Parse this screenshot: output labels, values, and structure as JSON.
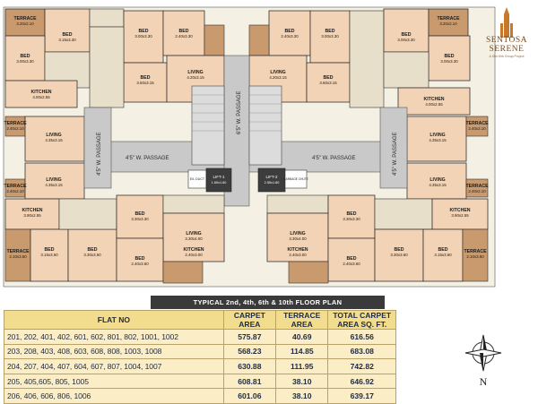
{
  "logo": {
    "line1": "SENTOSA",
    "line2": "SERENE",
    "tagline": "A Shri Kirti Group Project"
  },
  "floor_plan_caption": "TYPICAL 2nd, 4th, 6th & 10th FLOOR PLAN",
  "passages": {
    "left": "4'5\" W. PASSAGE",
    "right": "4'5\" W. PASSAGE",
    "center": "6'5\" W. PASSAGE",
    "side_left": "4'5\" W. PASSAGE",
    "side_right": "4'5\" W. PASSAGE"
  },
  "lifts": [
    {
      "name": "LIFT-1",
      "dims": "1.60x1.60"
    },
    {
      "name": "LIFT-2",
      "dims": "2.55x1.80"
    }
  ],
  "services": {
    "duct": "E/L DUCT",
    "garbage": "GARBAGE CHUTE"
  },
  "rooms": {
    "terrace_tl": {
      "name": "TERRACE",
      "dims": "3.20x2.10"
    },
    "bed_tl": {
      "name": "BED",
      "dims": "3.15x3.30"
    },
    "bed_tl2": {
      "name": "BED",
      "dims": "3.00x3.30"
    },
    "kitchen_tl": {
      "name": "KITCHEN",
      "dims": "4.00x2.55"
    },
    "bed_t1": {
      "name": "BED",
      "dims": "3.00x3.30"
    },
    "bed_t2": {
      "name": "BED",
      "dims": "2.40x3.30"
    },
    "bed_t3": {
      "name": "BED",
      "dims": "2.40x3.30"
    },
    "bed_t4": {
      "name": "BED",
      "dims": "3.00x3.30"
    },
    "living_t1": {
      "name": "LIVING",
      "dims": "4.20x3.15"
    },
    "living_t2": {
      "name": "LIVING",
      "dims": "4.20x3.15"
    },
    "bed_t5": {
      "name": "BED",
      "dims": "3.60x3.15"
    },
    "bed_t6": {
      "name": "BED",
      "dims": "3.60x3.15"
    },
    "terrace_tr": {
      "name": "TERRACE",
      "dims": "3.20x2.10"
    },
    "bed_tr": {
      "name": "BED",
      "dims": "3.00x3.30"
    },
    "bed_tr2": {
      "name": "BED",
      "dims": "3.00x3.30"
    },
    "kitchen_tr": {
      "name": "KITCHEN",
      "dims": "4.00x2.55"
    },
    "terrace_ml": {
      "name": "TERRACE",
      "dims": "2.40x2.10"
    },
    "living_ml": {
      "name": "LIVING",
      "dims": "4.35x3.15"
    },
    "living_ml2": {
      "name": "LIVING",
      "dims": "4.35x3.15"
    },
    "terrace_ml2": {
      "name": "TERRACE",
      "dims": "2.40x2.10"
    },
    "terrace_mr": {
      "name": "TERRACE",
      "dims": "2.40x2.10"
    },
    "living_mr": {
      "name": "LIVING",
      "dims": "4.35x3.15"
    },
    "living_mr2": {
      "name": "LIVING",
      "dims": "4.35x3.15"
    },
    "terrace_mr2": {
      "name": "TERRACE",
      "dims": "2.40x2.10"
    },
    "kitchen_bl": {
      "name": "KITCHEN",
      "dims": "3.90x2.55"
    },
    "bed_bl1": {
      "name": "BED",
      "dims": "3.15x3.60"
    },
    "bed_bl2": {
      "name": "BED",
      "dims": "3.30x3.60"
    },
    "terrace_bl": {
      "name": "TERRACE",
      "dims": "2.10x3.50"
    },
    "bed_b1": {
      "name": "BED",
      "dims": "3.30x3.30"
    },
    "bed_b2": {
      "name": "BED",
      "dims": "3.30x3.30"
    },
    "living_b1": {
      "name": "LIVING",
      "dims": "3.30x4.00"
    },
    "living_b2": {
      "name": "LIVING",
      "dims": "3.30x4.00"
    },
    "kitchen_b1": {
      "name": "KITCHEN",
      "dims": "2.40x3.00"
    },
    "kitchen_b2": {
      "name": "KITCHEN",
      "dims": "2.40x3.00"
    },
    "bed_b3": {
      "name": "BED",
      "dims": "2.40x3.60"
    },
    "bed_b4": {
      "name": "BED",
      "dims": "2.40x3.60"
    },
    "kitchen_br": {
      "name": "KITCHEN",
      "dims": "3.90x2.55"
    },
    "bed_br1": {
      "name": "BED",
      "dims": "3.30x3.60"
    },
    "bed_br2": {
      "name": "BED",
      "dims": "3.15x3.60"
    },
    "terrace_br": {
      "name": "TERRACE",
      "dims": "2.10x3.50"
    }
  },
  "area_table": {
    "headers": {
      "flat": "FLAT NO",
      "carpet": "CARPET AREA",
      "terrace": "TERRACE AREA",
      "total": "TOTAL CARPET AREA SQ. FT."
    },
    "rows": [
      {
        "flat": "201, 202, 401, 402, 601, 602, 801, 802, 1001, 1002",
        "carpet": "575.87",
        "terrace": "40.69",
        "total": "616.56"
      },
      {
        "flat": "203, 208, 403, 408, 603, 608, 808, 1003, 1008",
        "carpet": "568.23",
        "terrace": "114.85",
        "total": "683.08"
      },
      {
        "flat": "204, 207, 404, 407, 604, 607, 807, 1004, 1007",
        "carpet": "630.88",
        "terrace": "111.95",
        "total": "742.82"
      },
      {
        "flat": "205, 405,605, 805, 1005",
        "carpet": "608.81",
        "terrace": "38.10",
        "total": "646.92"
      },
      {
        "flat": "206, 406, 606, 806, 1006",
        "carpet": "601.06",
        "terrace": "38.10",
        "total": "639.17"
      }
    ]
  },
  "compass": {
    "north_label": "N"
  },
  "colors": {
    "room_fill": "#f2d3b6",
    "terrace_fill": "#c89a6e",
    "toilet_fill": "#e8dfca",
    "passage_fill": "#c9c9c9",
    "wall": "#2b2b2b",
    "table_header": "#f2dd8e",
    "table_row": "#fbeec7"
  }
}
